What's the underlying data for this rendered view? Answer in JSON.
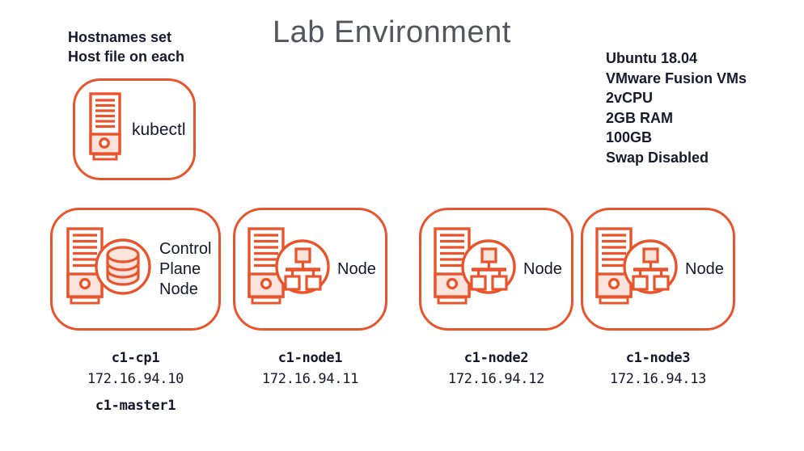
{
  "title": "Lab Environment",
  "notes": {
    "left": [
      "Hostnames set",
      "Host file on each"
    ],
    "right": [
      "Ubuntu 18.04",
      "VMware Fusion VMs",
      "2vCPU",
      "2GB RAM",
      "100GB",
      "Swap Disabled"
    ]
  },
  "colors": {
    "accent": "#e8552d",
    "accent_fill": "#fce3db",
    "title": "#54565b",
    "text": "#16172b",
    "background": "#ffffff"
  },
  "admin": {
    "label": "kubectl",
    "icon": "server-tower-icon"
  },
  "nodes": [
    {
      "label": "Control\nPlane\nNode",
      "role_icon": "database-icon",
      "hostname": "c1-cp1",
      "ip": "172.16.94.10",
      "alt_hostname": "c1-master1"
    },
    {
      "label": "Node",
      "role_icon": "network-topology-icon",
      "hostname": "c1-node1",
      "ip": "172.16.94.11",
      "alt_hostname": ""
    },
    {
      "label": "Node",
      "role_icon": "network-topology-icon",
      "hostname": "c1-node2",
      "ip": "172.16.94.12",
      "alt_hostname": ""
    },
    {
      "label": "Node",
      "role_icon": "network-topology-icon",
      "hostname": "c1-node3",
      "ip": "172.16.94.13",
      "alt_hostname": ""
    }
  ]
}
